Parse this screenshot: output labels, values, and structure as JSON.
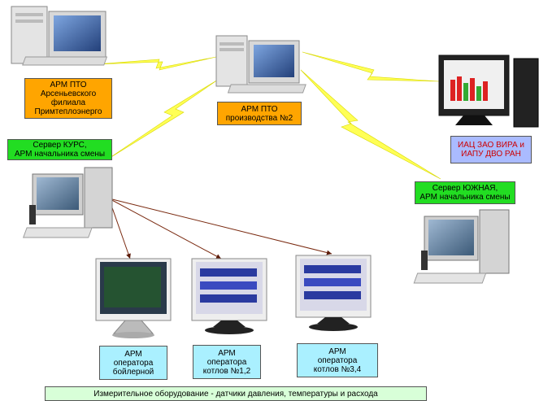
{
  "nodes": {
    "arsenev": {
      "label": "АРМ ПТО\nАрсеньевского\nфилиала\nПримтеплоэнерго",
      "color": "#ffa500"
    },
    "production": {
      "label": "АРМ ПТО\nпроизводства №2",
      "color": "#ffa500"
    },
    "kurs_server": {
      "label": "Сервер КУРС,\nАРМ начальника смены",
      "color": "#22dd22"
    },
    "vira": {
      "label": "ИАЦ ЗАО ВИРА и\nИАПУ ДВО РАН",
      "color": "#aabbff",
      "text_color": "#cc0000"
    },
    "south_server": {
      "label": "Сервер ЮЖНАЯ,\nАРМ начальника смены",
      "color": "#22dd22"
    },
    "boiler_op": {
      "label": "АРМ\nоператора\nбойлерной",
      "color": "#aaf0ff"
    },
    "kotly12_op": {
      "label": "АРМ\nоператора\nкотлов №1,2",
      "color": "#aaf0ff"
    },
    "kotly34_op": {
      "label": "АРМ\nоператора\nкотлов №3,4",
      "color": "#aaf0ff"
    }
  },
  "footer": {
    "label": "Измерительное оборудование - датчики давления, температуры и расхода",
    "color": "#d8ffd8"
  },
  "icons": [
    "desktop-computer-icon",
    "workstation-icon",
    "monitor-icon"
  ],
  "link_color": "#ffff44",
  "arrow_color": "#7a2a10"
}
